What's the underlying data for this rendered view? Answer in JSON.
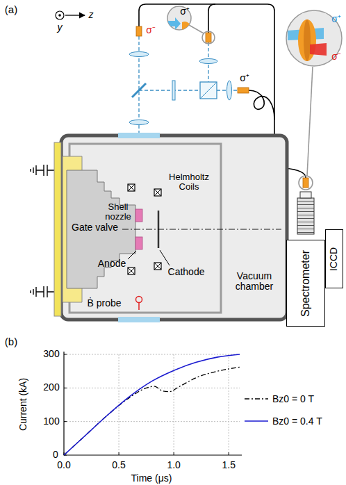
{
  "diagram": {
    "nodes": [
      {
        "text": [
          "Vacuum chamber"
        ]
      },
      {
        "text": [
          "Gate valve"
        ],
        "in": 0
      },
      {
        "text": [
          "Spectrometer"
        ]
      },
      {
        "text": [
          "ICCD"
        ]
      }
    ],
    "labels": [
      "(a)",
      "y",
      "z",
      "σ⁻",
      "σ⁺",
      "σ⁺",
      "σ⁺",
      "σ⁻",
      "Helmholtz Coils",
      "Shell nozzle",
      "Anode",
      "Cathode",
      "Ḃ probe",
      "(b)",
      "300",
      "200",
      "100",
      "0",
      "0.0",
      "0.5",
      "1.0",
      "1.5",
      "Current (kA)",
      "Time (μs)"
    ],
    "legend": [
      {
        "text": "Bz0 = 0 T"
      },
      {
        "text": "Bz0 = 0.4 T"
      }
    ]
  }
}
